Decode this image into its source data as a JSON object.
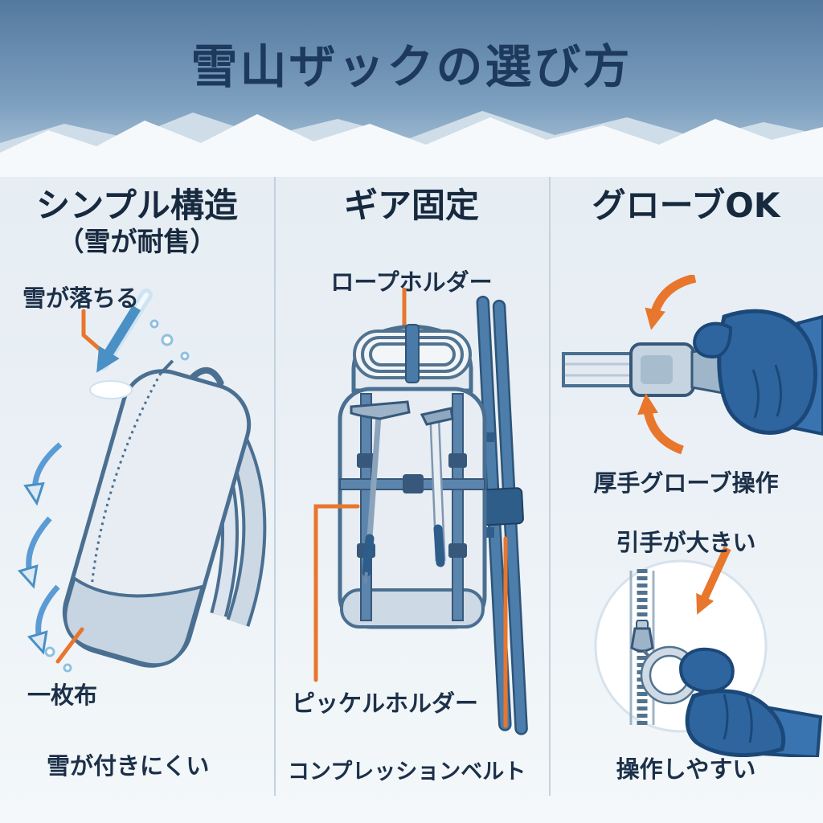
{
  "title": "雪山ザックの選び方",
  "columns": {
    "simple": {
      "heading": "シンプル構造",
      "subheading": "（雪が耐售）",
      "label_snow_falls": "雪が落ちる",
      "label_single_cloth": "一枚布",
      "label_snow_resist": "雪が付きにくい"
    },
    "gear": {
      "heading": "ギア固定",
      "label_rope_holder": "ロープホルダー",
      "label_axe_holder": "ピッケルホルダー",
      "label_compression": "コンプレッションベルト"
    },
    "glove": {
      "heading": "グローブOK",
      "label_thick_glove": "厚手グローブ操作",
      "label_big_pull": "引手が大きい",
      "label_easy": "操作しやすい"
    }
  },
  "colors": {
    "accent_orange": "#E8762C",
    "arrow_blue": "#4A90C4",
    "glove_blue": "#2E659F",
    "backpack_fill": "#E7EDF3",
    "outline_blue": "#4A6F91",
    "heading_navy": "#17293E",
    "title_navy": "#1D3A5C",
    "header_gradient_top": "#54799E"
  }
}
